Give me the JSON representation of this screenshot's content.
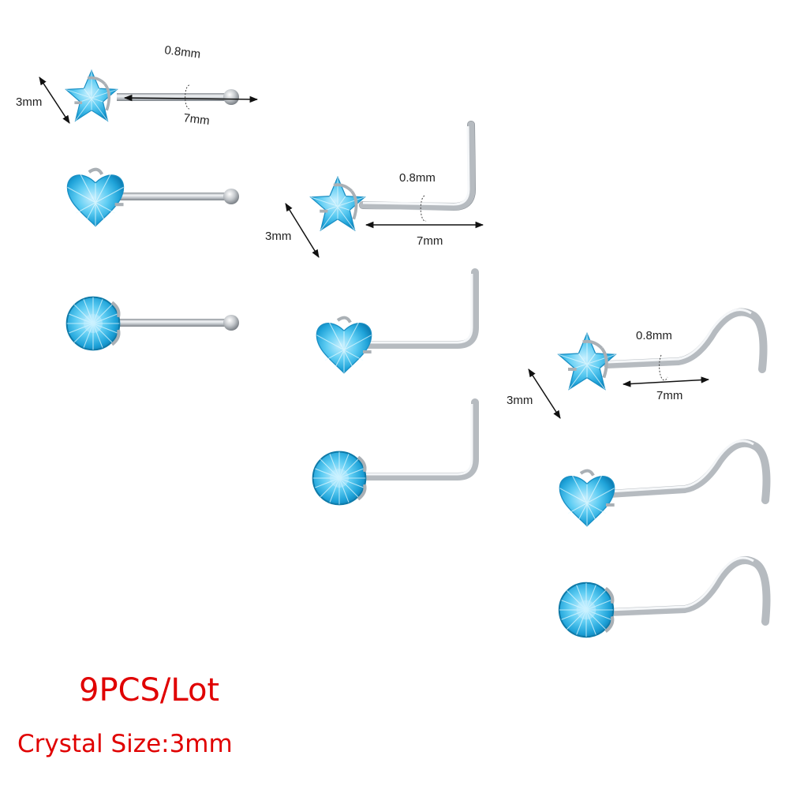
{
  "product": {
    "headline": "9PCS/Lot",
    "crystal_size_label": "Crystal Size:3mm",
    "colors": {
      "text_red": "#e00000",
      "gem_blue": "#3fb6e6",
      "metal": "#c8ccd0"
    }
  },
  "groups": [
    {
      "style": "straight-bone",
      "dimensions": {
        "gauge": "0.8mm",
        "crystal": "3mm",
        "length": "7mm"
      },
      "items": [
        {
          "shape": "star",
          "icon": "star-gem-icon"
        },
        {
          "shape": "heart",
          "icon": "heart-gem-icon"
        },
        {
          "shape": "round",
          "icon": "round-gem-icon"
        }
      ]
    },
    {
      "style": "l-shape",
      "dimensions": {
        "gauge": "0.8mm",
        "crystal": "3mm",
        "length": "7mm"
      },
      "items": [
        {
          "shape": "star",
          "icon": "star-gem-icon"
        },
        {
          "shape": "heart",
          "icon": "heart-gem-icon"
        },
        {
          "shape": "round",
          "icon": "round-gem-icon"
        }
      ]
    },
    {
      "style": "screw",
      "dimensions": {
        "gauge": "0.8mm",
        "crystal": "3mm",
        "length": "7mm"
      },
      "items": [
        {
          "shape": "star",
          "icon": "star-gem-icon"
        },
        {
          "shape": "heart",
          "icon": "heart-gem-icon"
        },
        {
          "shape": "round",
          "icon": "round-gem-icon"
        }
      ]
    }
  ]
}
